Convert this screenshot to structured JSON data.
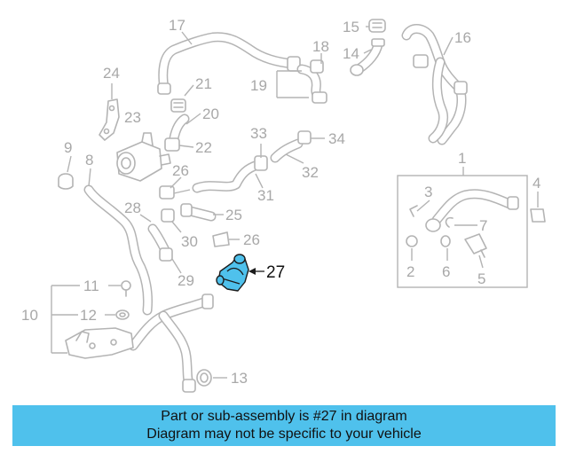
{
  "labels": {
    "n1": "1",
    "n2": "2",
    "n3": "3",
    "n4": "4",
    "n5": "5",
    "n6": "6",
    "n7": "7",
    "n8": "8",
    "n9": "9",
    "n10": "10",
    "n11": "11",
    "n12": "12",
    "n13": "13",
    "n14": "14",
    "n15": "15",
    "n16": "16",
    "n17": "17",
    "n18": "18",
    "n19": "19",
    "n20": "20",
    "n21": "21",
    "n22": "22",
    "n23": "23",
    "n24": "24",
    "n25": "25",
    "n26a": "26",
    "n26b": "26",
    "n27": "27",
    "n28": "28",
    "n29": "29",
    "n30": "30",
    "n31": "31",
    "n32": "32",
    "n33": "33",
    "n34": "34"
  },
  "highlighted_part": "27",
  "banner": {
    "line1": "Part or sub-assembly is #27 in diagram",
    "line2": "Diagram may not be specific to your vehicle"
  },
  "colors": {
    "highlight": "#4fc1ec",
    "part_outline": "#b4b4b4",
    "banner_background": "#4fc1ec"
  }
}
